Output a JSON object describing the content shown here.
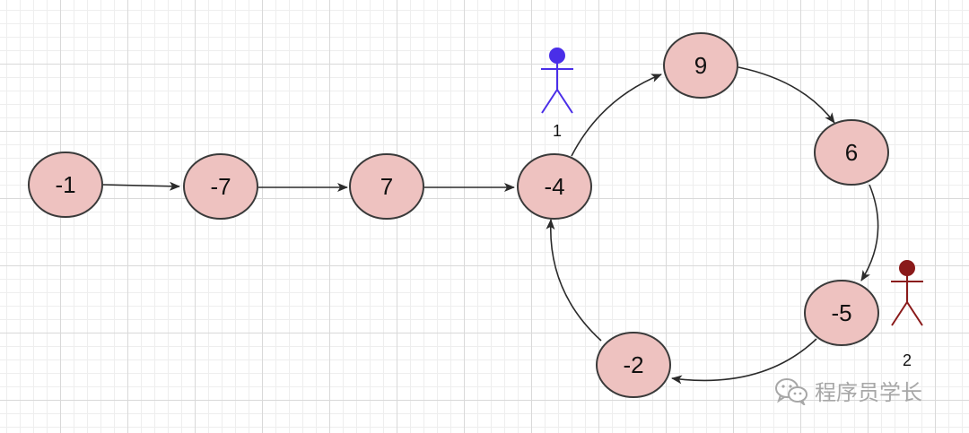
{
  "colors": {
    "node_fill": "#eec2c0",
    "node_stroke": "#3a3a3a",
    "edge": "#2b2b2b",
    "actor_1": "#4a2ee8",
    "actor_2": "#8a1a1a"
  },
  "nodes": [
    {
      "id": "n1",
      "label": "-1"
    },
    {
      "id": "n2",
      "label": "-7"
    },
    {
      "id": "n3",
      "label": "7"
    },
    {
      "id": "n4",
      "label": "-4"
    },
    {
      "id": "n5",
      "label": "9"
    },
    {
      "id": "n6",
      "label": "6"
    },
    {
      "id": "n7",
      "label": "-5"
    },
    {
      "id": "n8",
      "label": "-2"
    }
  ],
  "edges": [
    {
      "from": "n1",
      "to": "n2"
    },
    {
      "from": "n2",
      "to": "n3"
    },
    {
      "from": "n3",
      "to": "n4"
    },
    {
      "from": "n4",
      "to": "n5"
    },
    {
      "from": "n5",
      "to": "n6"
    },
    {
      "from": "n6",
      "to": "n7"
    },
    {
      "from": "n7",
      "to": "n8"
    },
    {
      "from": "n8",
      "to": "n4"
    }
  ],
  "actors": [
    {
      "id": "a1",
      "label": "1",
      "icon": "stick-figure-icon",
      "near": "n4"
    },
    {
      "id": "a2",
      "label": "2",
      "icon": "stick-figure-icon",
      "near": "n7"
    }
  ],
  "watermark": {
    "icon": "wechat-icon",
    "text": "程序员学长"
  }
}
